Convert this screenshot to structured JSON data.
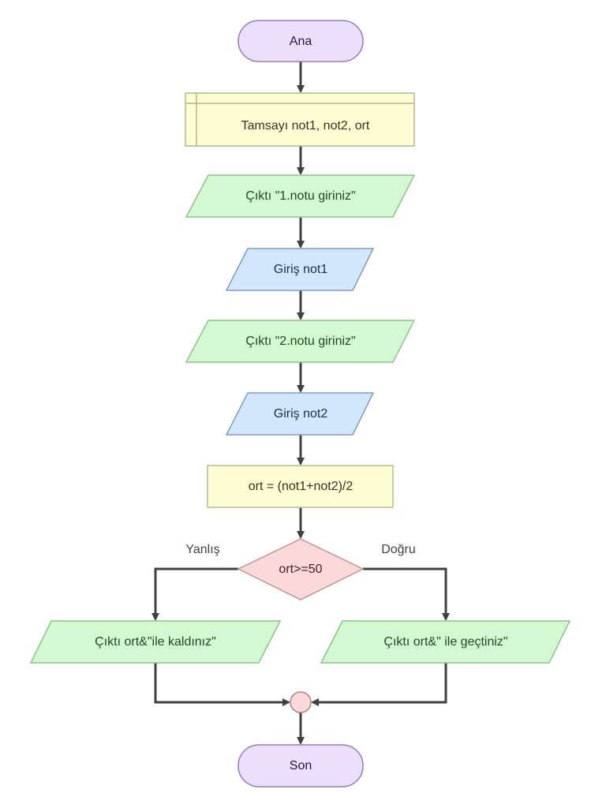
{
  "diagram": {
    "type": "flowchart",
    "colors": {
      "terminal_fill": "#ebdffc",
      "terminal_stroke": "#9a79b8",
      "terminal_text": "#2a1545",
      "declare_fill": "#fefed4",
      "declare_stroke": "#b6b68a",
      "declare_text": "#333322",
      "output_fill": "#d4f8d1",
      "output_stroke": "#8cc489",
      "output_text": "#1f4a1f",
      "input_fill": "#d2e6fc",
      "input_stroke": "#7d9cc4",
      "input_text": "#1c2f4a",
      "process_fill": "#fefed4",
      "process_stroke": "#bcbc92",
      "process_text": "#333322",
      "decision_fill": "#fcd9d9",
      "decision_stroke": "#c29393",
      "decision_text": "#3f1f1f",
      "connector_fill": "#fcd9d9",
      "connector_stroke": "#b08080",
      "edge": "#404040"
    },
    "nodes": {
      "start": {
        "kind": "terminal",
        "label": "Ana"
      },
      "declare": {
        "kind": "declare",
        "label": "Tamsayı not1, not2, ort"
      },
      "output1": {
        "kind": "output",
        "label": "Çıktı \"1.notu giriniz\""
      },
      "input1": {
        "kind": "input",
        "label": "Giriş not1"
      },
      "output2": {
        "kind": "output",
        "label": "Çıktı \"2.notu giriniz\""
      },
      "input2": {
        "kind": "input",
        "label": "Giriş not2"
      },
      "assign": {
        "kind": "process",
        "label": "ort = (not1+not2)/2"
      },
      "decision": {
        "kind": "decision",
        "label": "ort>=50"
      },
      "output_false": {
        "kind": "output",
        "label": "Çıktı ort&\"ile kaldınız\""
      },
      "output_true": {
        "kind": "output",
        "label": "Çıktı ort&\" ile geçtiniz\""
      },
      "join": {
        "kind": "connector",
        "label": ""
      },
      "end": {
        "kind": "terminal",
        "label": "Son"
      }
    },
    "edges": [
      {
        "from": "start",
        "to": "declare"
      },
      {
        "from": "declare",
        "to": "output1"
      },
      {
        "from": "output1",
        "to": "input1"
      },
      {
        "from": "input1",
        "to": "output2"
      },
      {
        "from": "output2",
        "to": "input2"
      },
      {
        "from": "input2",
        "to": "assign"
      },
      {
        "from": "assign",
        "to": "decision"
      },
      {
        "from": "decision",
        "to": "output_false",
        "label": "Yanlış"
      },
      {
        "from": "decision",
        "to": "output_true",
        "label": "Doğru"
      },
      {
        "from": "output_false",
        "to": "join"
      },
      {
        "from": "output_true",
        "to": "join"
      },
      {
        "from": "join",
        "to": "end"
      }
    ],
    "branch_labels": {
      "false": "Yanlış",
      "true": "Doğru"
    }
  }
}
